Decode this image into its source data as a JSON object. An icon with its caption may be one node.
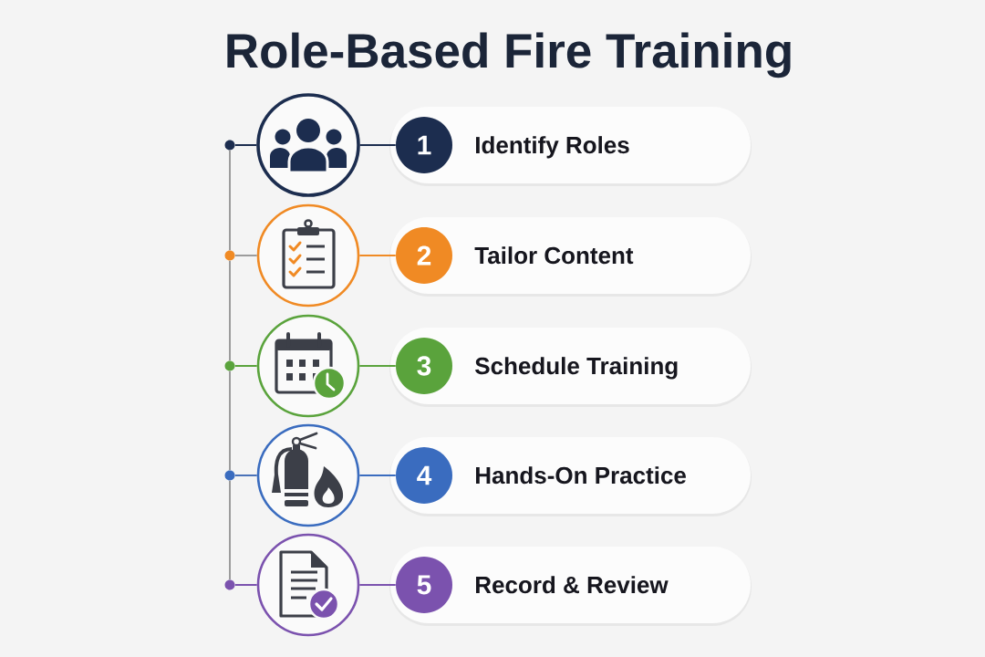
{
  "diagram": {
    "title": "Role-Based Fire Training",
    "nodes": [
      {
        "text": [],
        "shape": "circle"
      },
      {
        "text": [],
        "shape": "circle"
      },
      {
        "text": [
          "Identify Roles"
        ]
      },
      {
        "text": [
          "1"
        ],
        "in": 2
      },
      {
        "text": [],
        "shape": "circle"
      },
      {
        "text": [],
        "shape": "circle"
      },
      {
        "text": [
          "Tailor Content"
        ]
      },
      {
        "text": [
          "2"
        ],
        "in": 6
      },
      {
        "text": [],
        "shape": "circle"
      },
      {
        "text": [],
        "shape": "circle"
      },
      {
        "text": [
          "Schedule Training"
        ]
      },
      {
        "text": [
          "3"
        ],
        "in": 10
      },
      {
        "text": [],
        "shape": "circle"
      },
      {
        "text": [],
        "shape": "circle"
      },
      {
        "text": [
          "Hands-On Practice"
        ]
      },
      {
        "text": [
          "4"
        ],
        "in": 14
      },
      {
        "text": [],
        "shape": "circle"
      },
      {
        "text": [],
        "shape": "circle"
      },
      {
        "text": [
          "Record & Review"
        ]
      },
      {
        "text": [
          "5"
        ],
        "in": 18
      }
    ],
    "edges": [
      {
        "from": 0,
        "to": 4,
        "arrow": "none"
      },
      {
        "from": 4,
        "to": 8,
        "arrow": "none"
      },
      {
        "from": 8,
        "to": 12,
        "arrow": "none"
      },
      {
        "from": 12,
        "to": 16,
        "arrow": "none"
      },
      {
        "from": 0,
        "to": 1,
        "arrow": "none",
        "color": "#1c2d4f"
      },
      {
        "from": 1,
        "to": 3,
        "arrow": "none",
        "color": "#1c2d4f"
      },
      {
        "from": 4,
        "to": 5,
        "arrow": "none"
      },
      {
        "from": 5,
        "to": 7,
        "arrow": "none",
        "color": "#f08a24"
      },
      {
        "from": 8,
        "to": 9,
        "arrow": "none",
        "color": "#5aa33c"
      },
      {
        "from": 9,
        "to": 11,
        "arrow": "none",
        "color": "#5aa33c"
      },
      {
        "from": 12,
        "to": 13,
        "arrow": "none",
        "color": "#4a72b8"
      },
      {
        "from": 13,
        "to": 15,
        "arrow": "none",
        "color": "#3a6cbf"
      },
      {
        "from": 16,
        "to": 17,
        "arrow": "none",
        "color": "#7b52ae"
      },
      {
        "from": 17,
        "to": 19,
        "arrow": "none",
        "color": "#7b52ae"
      }
    ]
  }
}
